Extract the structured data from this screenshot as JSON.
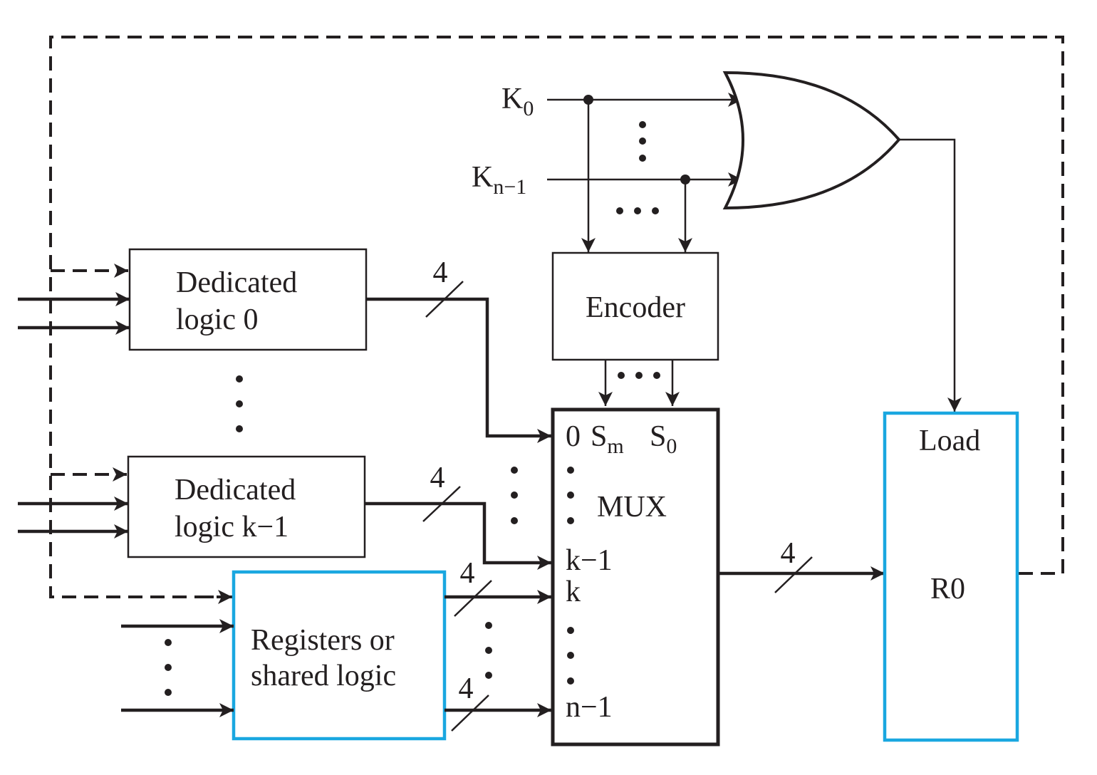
{
  "diagram": {
    "inputs": {
      "k0_main": "K",
      "k0_sub": "0",
      "kn1_main": "K",
      "kn1_sub": "n−1"
    },
    "blocks": {
      "dedicated0": [
        "Dedicated",
        "logic 0"
      ],
      "dedicatedk1": [
        "Dedicated",
        "logic k−1"
      ],
      "registers": [
        "Registers or",
        "shared logic"
      ],
      "encoder": "Encoder",
      "mux": "MUX",
      "register_r0": "R0",
      "load": "Load"
    },
    "mux_inputs": {
      "zero": "0",
      "k_minus_1": "k−1",
      "k": "k",
      "n_minus_1": "n−1"
    },
    "mux_selects": {
      "sm_main": "S",
      "sm_sub": "m",
      "s0_main": "S",
      "s0_sub": "0"
    },
    "bus_width": "4",
    "colors": {
      "highlight_border": "#1aa7e0",
      "line": "#231f20"
    }
  }
}
